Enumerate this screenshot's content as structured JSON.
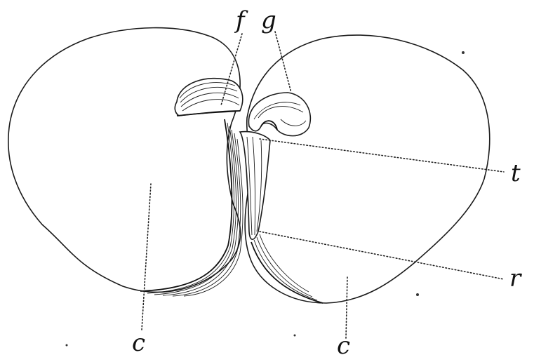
{
  "labels": {
    "f": "f",
    "g": "g",
    "t": "t",
    "r": "r",
    "c_left": "c",
    "c_right": "c"
  }
}
